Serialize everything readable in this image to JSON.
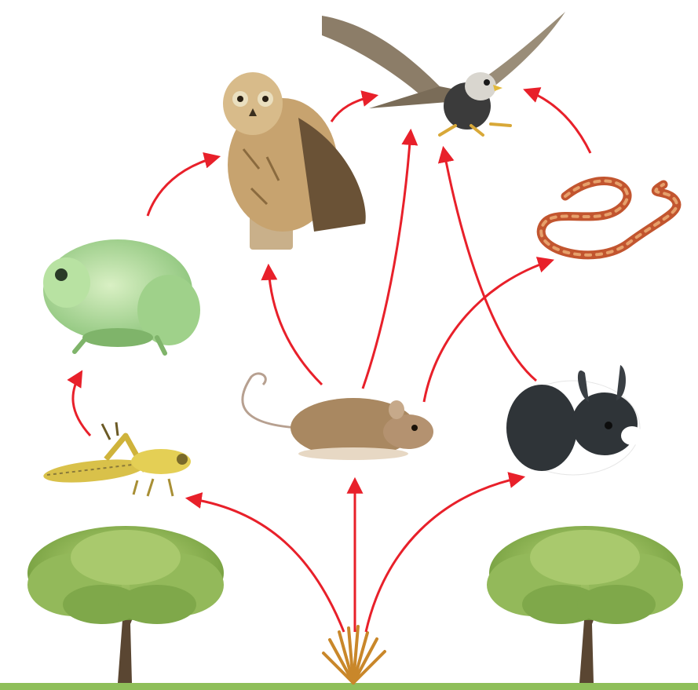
{
  "diagram": {
    "type": "food-web",
    "arrow_color": "#e8202a",
    "organisms": [
      {
        "id": "hawk",
        "icon": "hawk-icon"
      },
      {
        "id": "owl",
        "icon": "owl-icon"
      },
      {
        "id": "snake",
        "icon": "snake-icon"
      },
      {
        "id": "frog",
        "icon": "frog-icon"
      },
      {
        "id": "grasshopper",
        "icon": "grasshopper-icon"
      },
      {
        "id": "mouse",
        "icon": "mouse-icon"
      },
      {
        "id": "rabbit",
        "icon": "rabbit-icon"
      },
      {
        "id": "grass",
        "icon": "grass-icon"
      },
      {
        "id": "tree-left",
        "icon": "tree-icon"
      },
      {
        "id": "tree-right",
        "icon": "tree-icon"
      }
    ],
    "arrows": [
      {
        "from": "grass",
        "to": "grasshopper"
      },
      {
        "from": "grass",
        "to": "mouse"
      },
      {
        "from": "grass",
        "to": "rabbit"
      },
      {
        "from": "grasshopper",
        "to": "frog"
      },
      {
        "from": "frog",
        "to": "owl"
      },
      {
        "from": "owl",
        "to": "hawk"
      },
      {
        "from": "mouse",
        "to": "owl"
      },
      {
        "from": "mouse",
        "to": "hawk"
      },
      {
        "from": "mouse",
        "to": "snake"
      },
      {
        "from": "rabbit",
        "to": "hawk"
      },
      {
        "from": "snake",
        "to": "hawk"
      }
    ]
  }
}
